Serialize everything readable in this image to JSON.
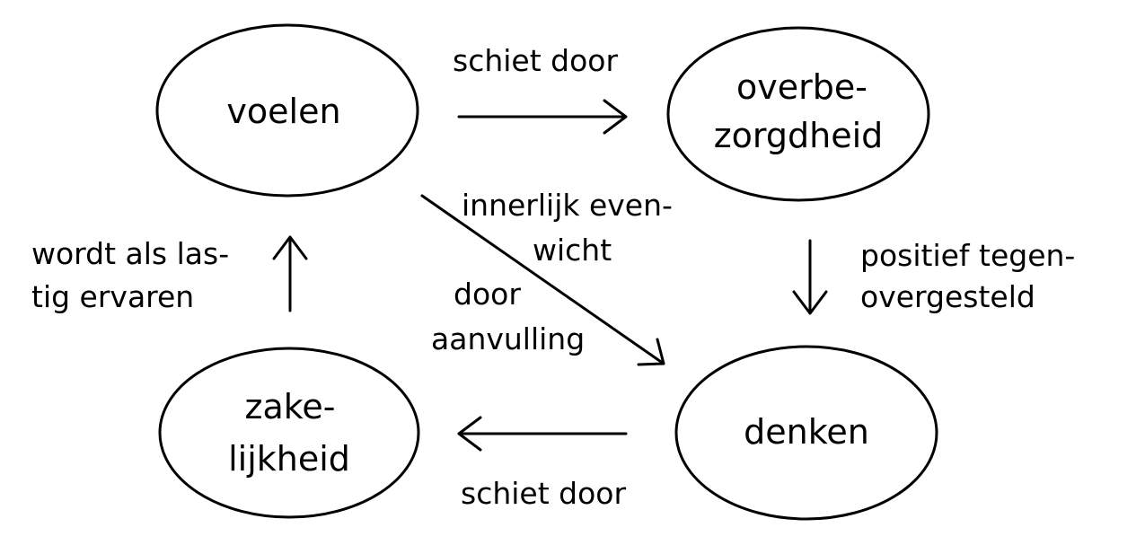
{
  "diagram": {
    "nodes": {
      "voelen": {
        "lines": [
          "voelen"
        ]
      },
      "overbezorgdheid": {
        "lines": [
          "overbe-",
          "zorgdheid"
        ]
      },
      "denken": {
        "lines": [
          "denken"
        ]
      },
      "zakelijkheid": {
        "lines": [
          "zake-",
          "lijkheid"
        ]
      }
    },
    "edges": {
      "voelen_to_overbezorgdheid": {
        "label": [
          "schiet door"
        ]
      },
      "overbezorgdheid_to_denken": {
        "label": [
          "positief tegen-",
          "overgesteld"
        ]
      },
      "denken_to_zakelijkheid": {
        "label": [
          "schiet door"
        ]
      },
      "zakelijkheid_to_voelen": {
        "label": [
          "wordt als las-",
          "tig ervaren"
        ]
      },
      "voelen_to_denken": {
        "label_top": [
          "innerlijk even-",
          "wicht"
        ],
        "label_bottom": [
          "door",
          "aanvulling"
        ]
      }
    }
  }
}
